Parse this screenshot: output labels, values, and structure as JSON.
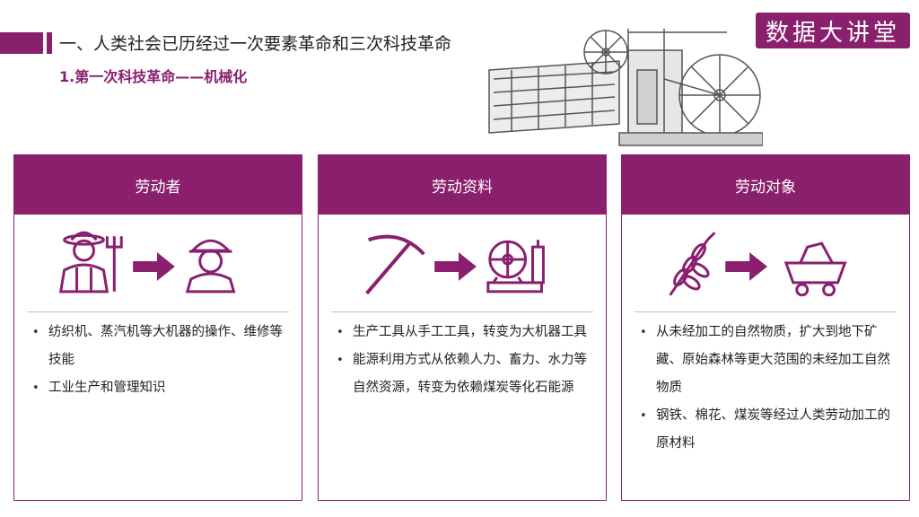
{
  "header": {
    "title": "一、人类社会已历经过一次要素革命和三次科技革命",
    "subtitle": "1.第一次科技革命——机械化"
  },
  "logo": {
    "text": "数据大讲堂",
    "icon": "logo-badge"
  },
  "colors": {
    "accent": "#8a1f6e",
    "text": "#222222"
  },
  "cards": [
    {
      "title": "劳动者",
      "icons": [
        "farmer-icon",
        "arrow-right-icon",
        "worker-icon"
      ],
      "bullets": [
        "纺织机、蒸汽机等大机器的操作、维修等技能",
        "工业生产和管理知识"
      ]
    },
    {
      "title": "劳动资料",
      "icons": [
        "pickaxe-icon",
        "arrow-right-icon",
        "machine-icon"
      ],
      "bullets": [
        "生产工具从手工工具，转变为大机器工具",
        "能源利用方式从依赖人力、畜力、水力等自然资源，转变为依赖煤炭等化石能源"
      ]
    },
    {
      "title": "劳动对象",
      "icons": [
        "wheat-icon",
        "arrow-right-icon",
        "mine-cart-icon"
      ],
      "bullets": [
        "从未经加工的自然物质，扩大到地下矿藏、原始森林等更大范围的未经加工自然物质",
        "钢铁、棉花、煤炭等经过人类劳动加工的原材料"
      ]
    }
  ]
}
